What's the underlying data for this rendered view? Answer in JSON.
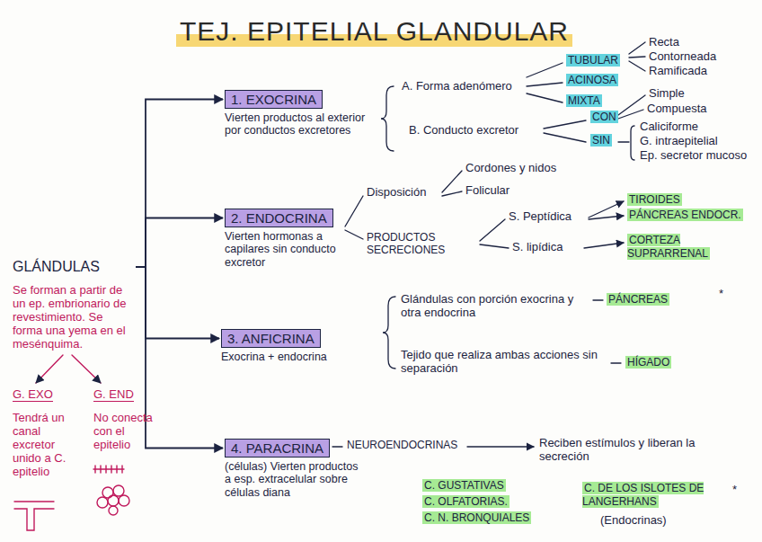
{
  "diagram": {
    "title": "TEJ. EPITELIAL GLANDULAR",
    "nodes": [
      {
        "text": [
          "GLÁNDULAS",
          "Se forman a partir de un ep. embrionario de revestimiento. Se forma una yema en el mesénquima."
        ]
      },
      {
        "text": [
          "1. EXOCRINA",
          "Vierten productos al exterior por conductos excretores"
        ]
      },
      {
        "text": [
          "2. ENDOCRINA",
          "Vierten hormonas a capilares sin conducto excretor"
        ]
      },
      {
        "text": [
          "3. ANFICRINA",
          "Exocrina + endocrina"
        ]
      },
      {
        "text": [
          "4. PARACRINA",
          "(células) Vierten productos a esp. extracelular sobre células diana"
        ]
      }
    ],
    "edges": [
      {
        "from": 0,
        "to": 1,
        "arrow": "to"
      },
      {
        "from": 0,
        "to": 2,
        "arrow": "to"
      },
      {
        "from": 0,
        "to": 3,
        "arrow": "to"
      },
      {
        "from": 0,
        "to": 4,
        "arrow": "to"
      }
    ],
    "labels": [
      "A. Forma adenómero",
      "TUBULAR",
      "ACINOSA",
      "MIXTA",
      "Recta",
      "Contorneada",
      "Ramificada",
      "B. Conducto excretor",
      "CON",
      "SIN",
      "Simple",
      "Compuesta",
      "Caliciforme",
      "G. intraepitelial",
      "Ep. secretor mucoso",
      "Disposición",
      "Cordones y nidos",
      "Folicular",
      "PRODUCTOS SECRECIONES",
      "S. Peptídica",
      "S. lipídica",
      "TIROIDES",
      "PÁNCREAS ENDOCR.",
      "CORTEZA SUPRARRENAL",
      "Glándulas con porción exocrina y otra endocrina",
      "PÁNCREAS",
      "*",
      "Tejido que realiza ambas acciones sin separación",
      "HÍGADO",
      "NEUROENDOCRINAS",
      "Reciben estímulos y liberan la secreción",
      "C. GUSTATIVAS",
      "C. OLFATORIAS.",
      "C. N. BRONQUIALES",
      "C. DE LOS ISLOTES DE LANGERHANS",
      "(Endocrinas)",
      "*",
      "G. EXO",
      "G. END",
      "Tendrá un canal excretor unido a C. epitelio",
      "No conecta con el epitelio"
    ]
  }
}
